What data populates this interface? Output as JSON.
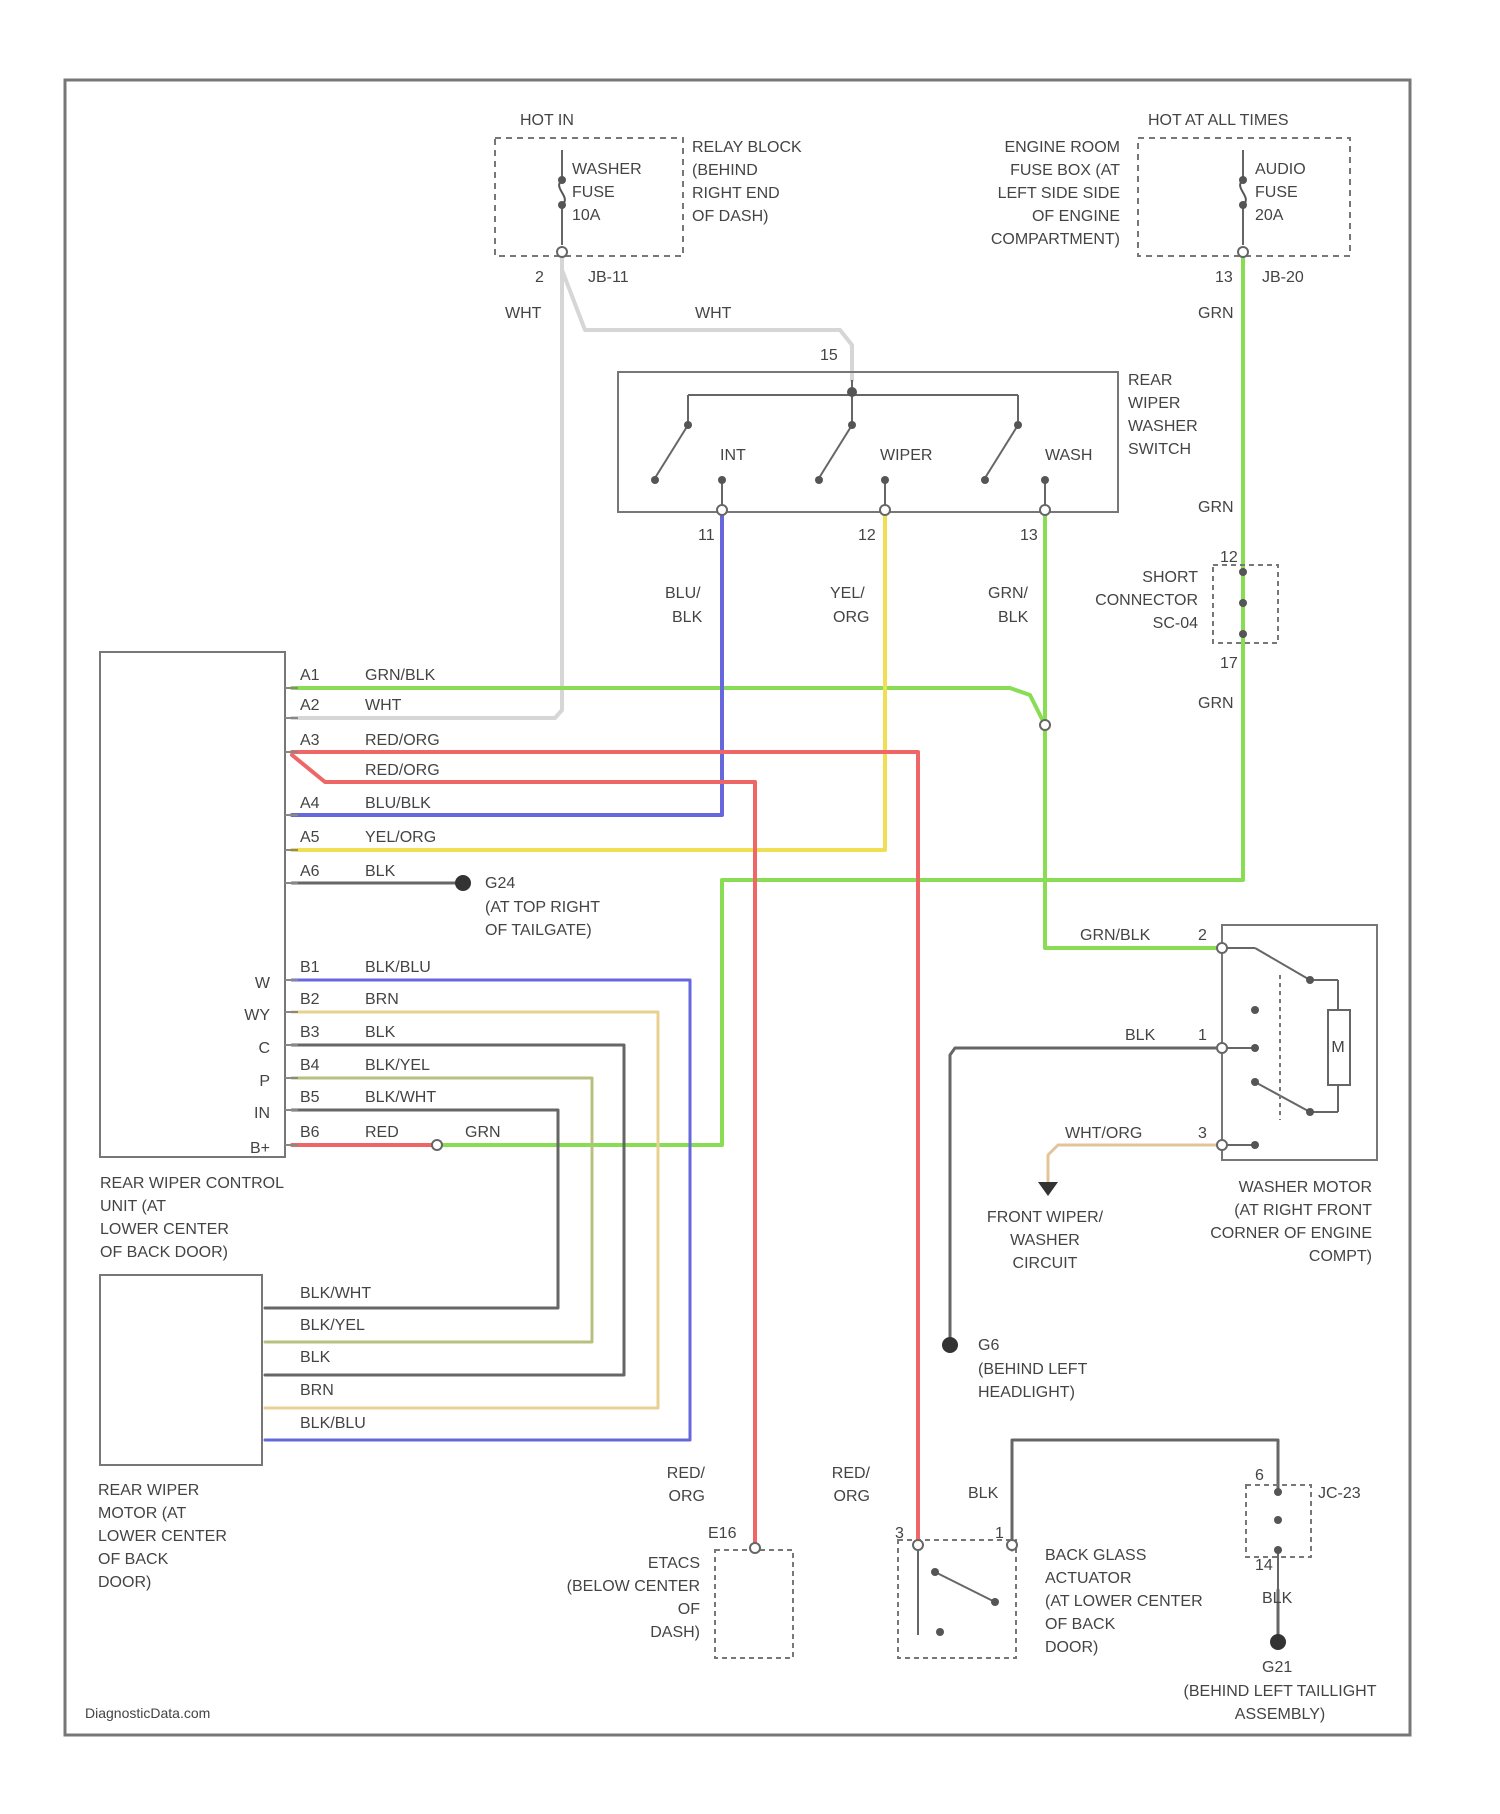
{
  "title": "",
  "watermark": "DiagnosticData.com",
  "colors": {
    "frame": "#555555",
    "WHT": "#d6d6d6",
    "GRN": "#88dd55",
    "BLU": "#6666dd",
    "YEL": "#f0de55",
    "RED": "#ee6666",
    "BLK": "#666666",
    "BRN": "#e8d090",
    "TAN": "#e3c49a",
    "OLIVE": "#b8c080"
  },
  "fuse_washer": {
    "header": "HOT IN",
    "lines": [
      "WASHER",
      "FUSE",
      "10A"
    ],
    "pin": "2",
    "conn": "JB-11",
    "location": [
      "RELAY BLOCK",
      "(BEHIND",
      "RIGHT END",
      "OF DASH)"
    ]
  },
  "fuse_audio": {
    "header": "HOT AT ALL TIMES",
    "lines": [
      "AUDIO",
      "FUSE",
      "20A"
    ],
    "pin": "13",
    "conn": "JB-20",
    "location": [
      "ENGINE ROOM",
      "FUSE BOX (AT",
      "LEFT SIDE SIDE",
      "OF ENGINE",
      "COMPARTMENT)"
    ]
  },
  "switch": {
    "label": [
      "REAR",
      "WIPER",
      "WASHER",
      "SWITCH"
    ],
    "top_pin": "15",
    "positions": [
      "INT",
      "WIPER",
      "WASH"
    ],
    "pins": [
      "11",
      "12",
      "13"
    ],
    "wires": [
      "BLU/",
      "BLK",
      "YEL/",
      "ORG",
      "GRN/",
      "BLK"
    ]
  },
  "wire_labels": {
    "wht": "WHT",
    "grn": "GRN"
  },
  "short_connector": {
    "label": [
      "SHORT",
      "CONNECTOR",
      "SC-04"
    ],
    "pin_top": "12",
    "pin_bottom": "17"
  },
  "control_unit": {
    "label": [
      "REAR WIPER CONTROL",
      "UNIT (AT",
      "LOWER CENTER",
      "OF BACK DOOR)"
    ],
    "pins_a": [
      {
        "pin": "A1",
        "wire": "GRN/BLK"
      },
      {
        "pin": "A2",
        "wire": "WHT"
      },
      {
        "pin": "A3",
        "wire": "RED/ORG"
      },
      {
        "pin": "",
        "wire": "RED/ORG"
      },
      {
        "pin": "A4",
        "wire": "BLU/BLK"
      },
      {
        "pin": "A5",
        "wire": "YEL/ORG"
      },
      {
        "pin": "A6",
        "wire": "BLK"
      }
    ],
    "terminals": [
      "W",
      "WY",
      "C",
      "P",
      "IN",
      "B+"
    ],
    "pins_b": [
      {
        "pin": "B1",
        "wire": "BLK/BLU"
      },
      {
        "pin": "B2",
        "wire": "BRN"
      },
      {
        "pin": "B3",
        "wire": "BLK"
      },
      {
        "pin": "B4",
        "wire": "BLK/YEL"
      },
      {
        "pin": "B5",
        "wire": "BLK/WHT"
      },
      {
        "pin": "B6",
        "wire": "RED"
      }
    ],
    "b6_extra": "GRN"
  },
  "ground_g24": {
    "id": "G24",
    "location": [
      "(AT TOP RIGHT",
      "OF TAILGATE)"
    ]
  },
  "motor": {
    "label": [
      "REAR WIPER",
      "MOTOR (AT",
      "LOWER CENTER",
      "OF BACK",
      "DOOR)"
    ],
    "wires": [
      "BLK/WHT",
      "BLK/YEL",
      "BLK",
      "BRN",
      "BLK/BLU"
    ]
  },
  "washer_motor": {
    "label": [
      "WASHER MOTOR",
      "(AT RIGHT FRONT",
      "CORNER OF ENGINE",
      "COMPT)"
    ],
    "pins": [
      "2",
      "1",
      "3"
    ],
    "wires": [
      "GRN/BLK",
      "BLK",
      "WHT/ORG"
    ],
    "m": "M"
  },
  "front_circuit": [
    "FRONT WIPER/",
    "WASHER",
    "CIRCUIT"
  ],
  "ground_g6": {
    "id": "G6",
    "location": [
      "(BEHIND LEFT",
      "HEADLIGHT)"
    ]
  },
  "etacs": {
    "pin": "E16",
    "wire": [
      "RED/",
      "ORG"
    ],
    "label": [
      "ETACS",
      "(BELOW CENTER",
      "OF",
      "DASH)"
    ]
  },
  "back_glass": {
    "wire": [
      "RED/",
      "ORG"
    ],
    "wire_blk": "BLK",
    "pins": [
      "3",
      "1"
    ],
    "label": [
      "BACK GLASS",
      "ACTUATOR",
      "(AT LOWER CENTER",
      "OF BACK",
      "DOOR)"
    ]
  },
  "jc": {
    "label": "JC-23",
    "pins": [
      "6",
      "14"
    ],
    "wire": "BLK"
  },
  "ground_g21": {
    "id": "G21",
    "location": [
      "(BEHIND LEFT TAILLIGHT",
      "ASSEMBLY)"
    ]
  }
}
